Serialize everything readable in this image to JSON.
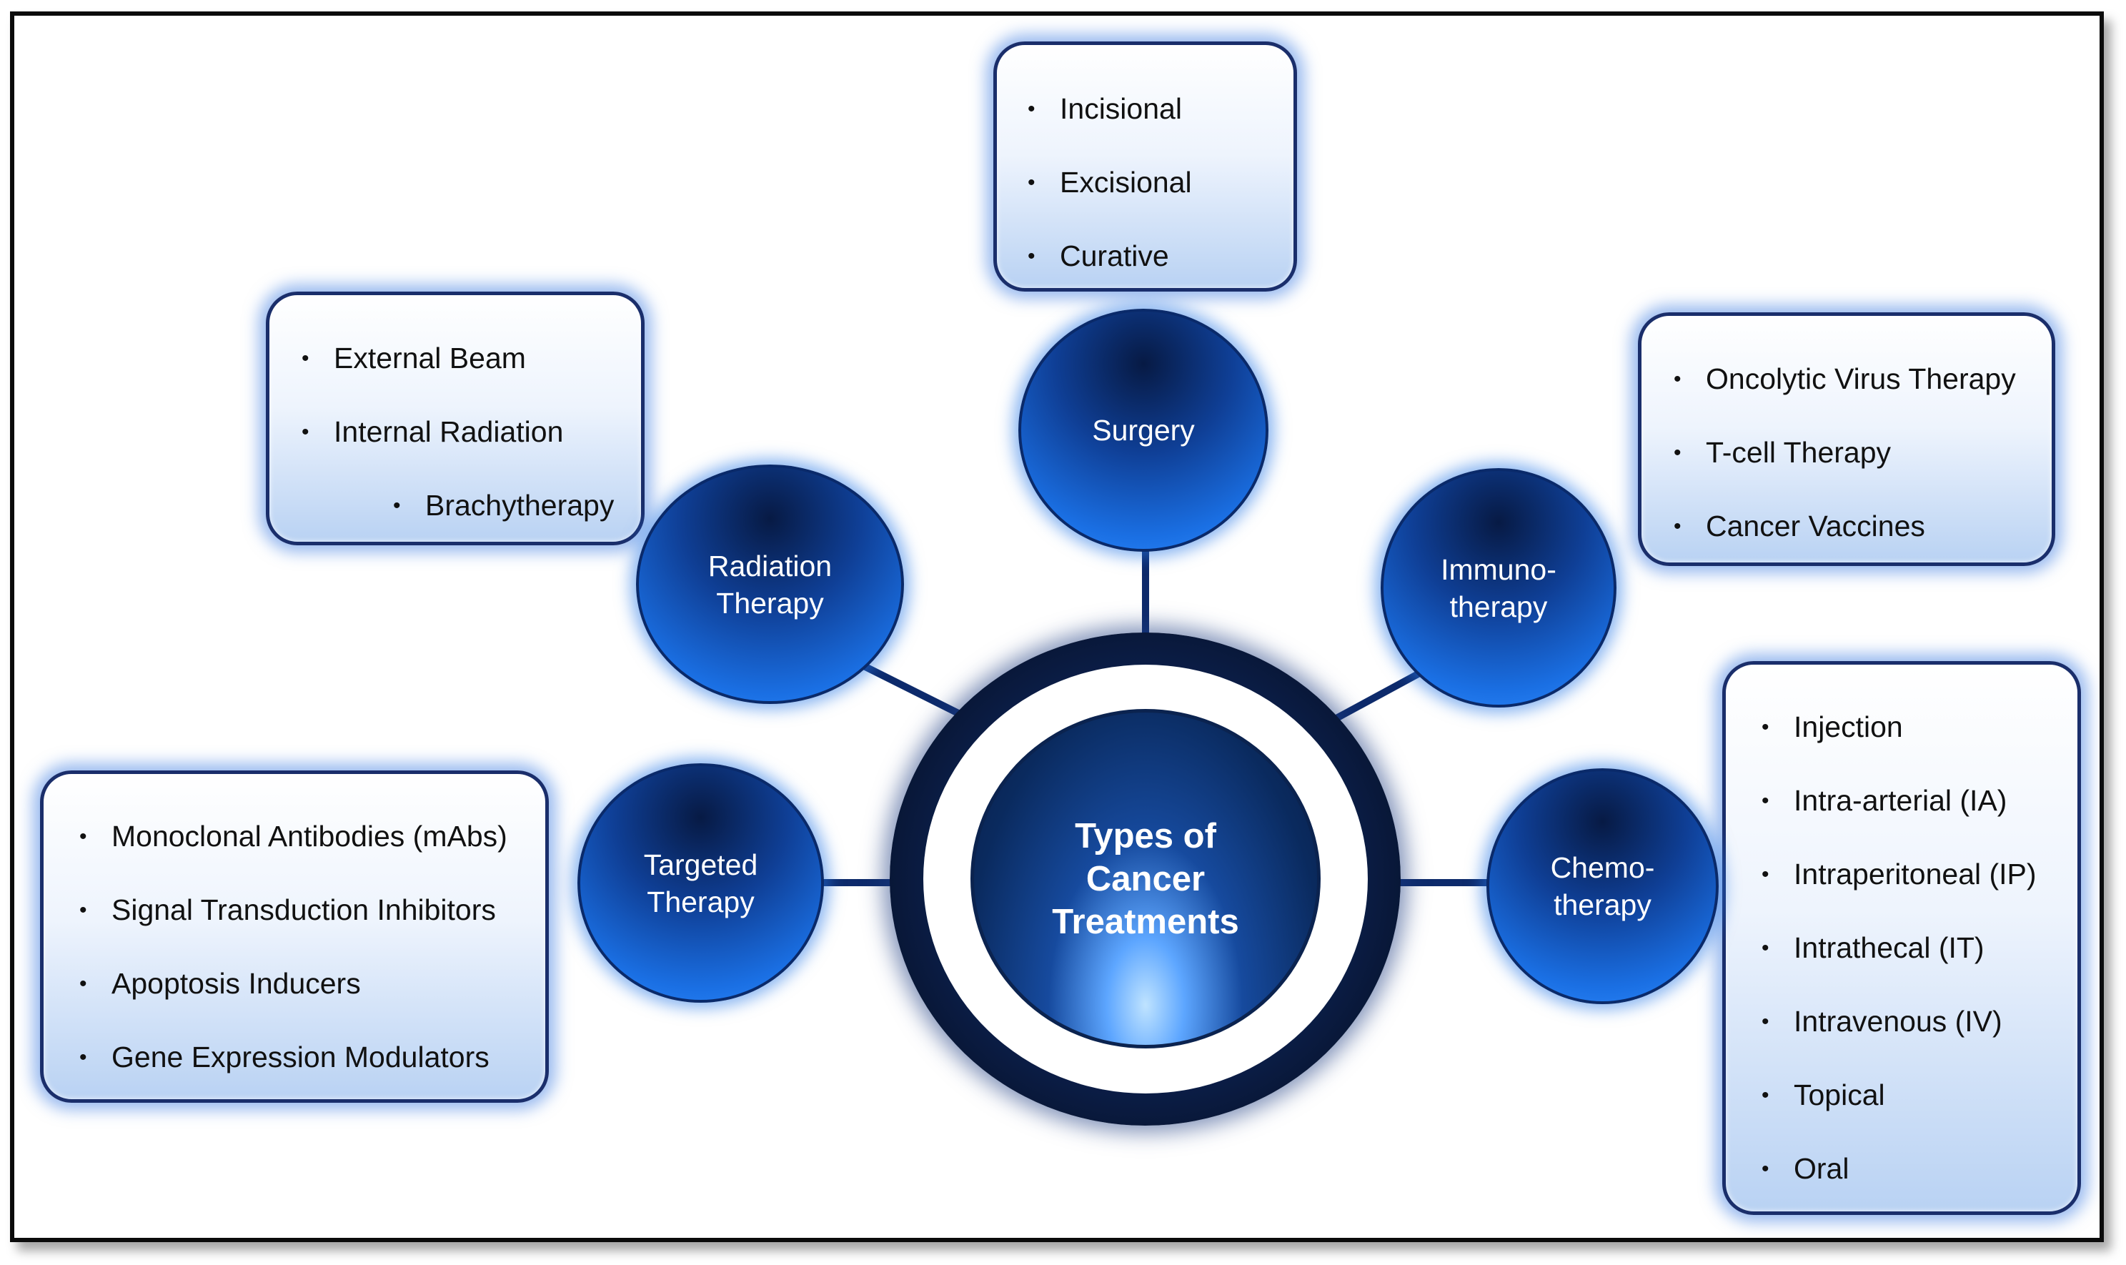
{
  "center": {
    "line1": "Types of",
    "line2": "Cancer",
    "line3": "Treatments"
  },
  "categories": {
    "surgery": {
      "label": "Surgery"
    },
    "radiation": {
      "line1": "Radiation",
      "line2": "Therapy"
    },
    "immuno": {
      "line1": "Immuno-",
      "line2": "therapy"
    },
    "targeted": {
      "line1": "Targeted",
      "line2": "Therapy"
    },
    "chemo": {
      "line1": "Chemo-",
      "line2": "therapy"
    }
  },
  "details": {
    "surgery": [
      "Incisional",
      "Excisional",
      "Curative"
    ],
    "radiation": [
      "External Beam",
      "Internal Radiation",
      "Brachytherapy"
    ],
    "immuno": [
      "Oncolytic Virus Therapy",
      "T-cell Therapy",
      "Cancer Vaccines"
    ],
    "targeted": [
      "Monoclonal Antibodies (mAbs)",
      "Signal Transduction Inhibitors",
      "Apoptosis Inducers",
      "Gene Expression Modulators"
    ],
    "chemo": [
      "Injection",
      "Intra-arterial (IA)",
      "Intraperitoneal (IP)",
      "Intrathecal (IT)",
      "Intravenous (IV)",
      "Topical",
      "Oral"
    ]
  },
  "colors": {
    "line": "#0d2a6b",
    "border": "#1a2e6b",
    "glow": "#4682e1",
    "node": "#1a6fe3"
  }
}
